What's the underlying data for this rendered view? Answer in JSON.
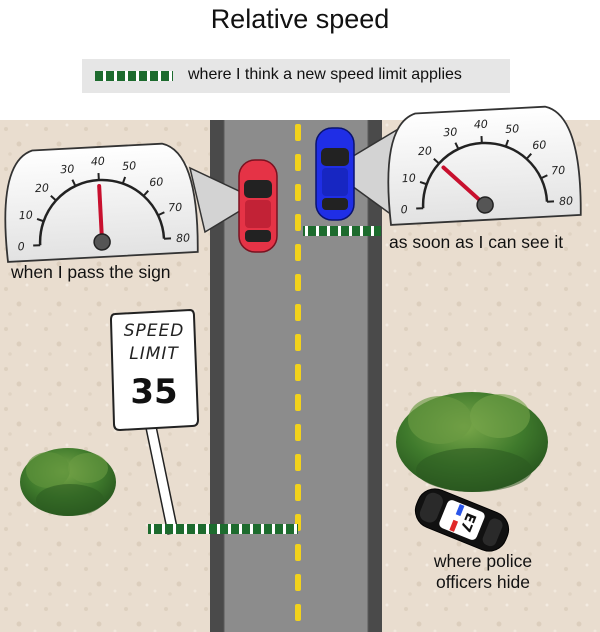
{
  "title": "Relative speed",
  "legend": {
    "marker_color": "#1d6b2e",
    "text": "where I think a new speed limit applies"
  },
  "sign": {
    "line1": "SPEED",
    "line2": "LIMIT",
    "value": "35"
  },
  "speedometer_ticks": [
    "0",
    "10",
    "20",
    "30",
    "40",
    "50",
    "60",
    "70",
    "80"
  ],
  "speedometer_left": {
    "needle_value": 40,
    "label": "when I pass the sign"
  },
  "speedometer_right": {
    "needle_value": 20,
    "label": "as soon as I can see it"
  },
  "cars": {
    "red": "#e53346",
    "blue": "#1f2ee6"
  },
  "police_car": {
    "number": "E7"
  },
  "police_label": {
    "line1": "where police",
    "line2": "officers hide"
  }
}
